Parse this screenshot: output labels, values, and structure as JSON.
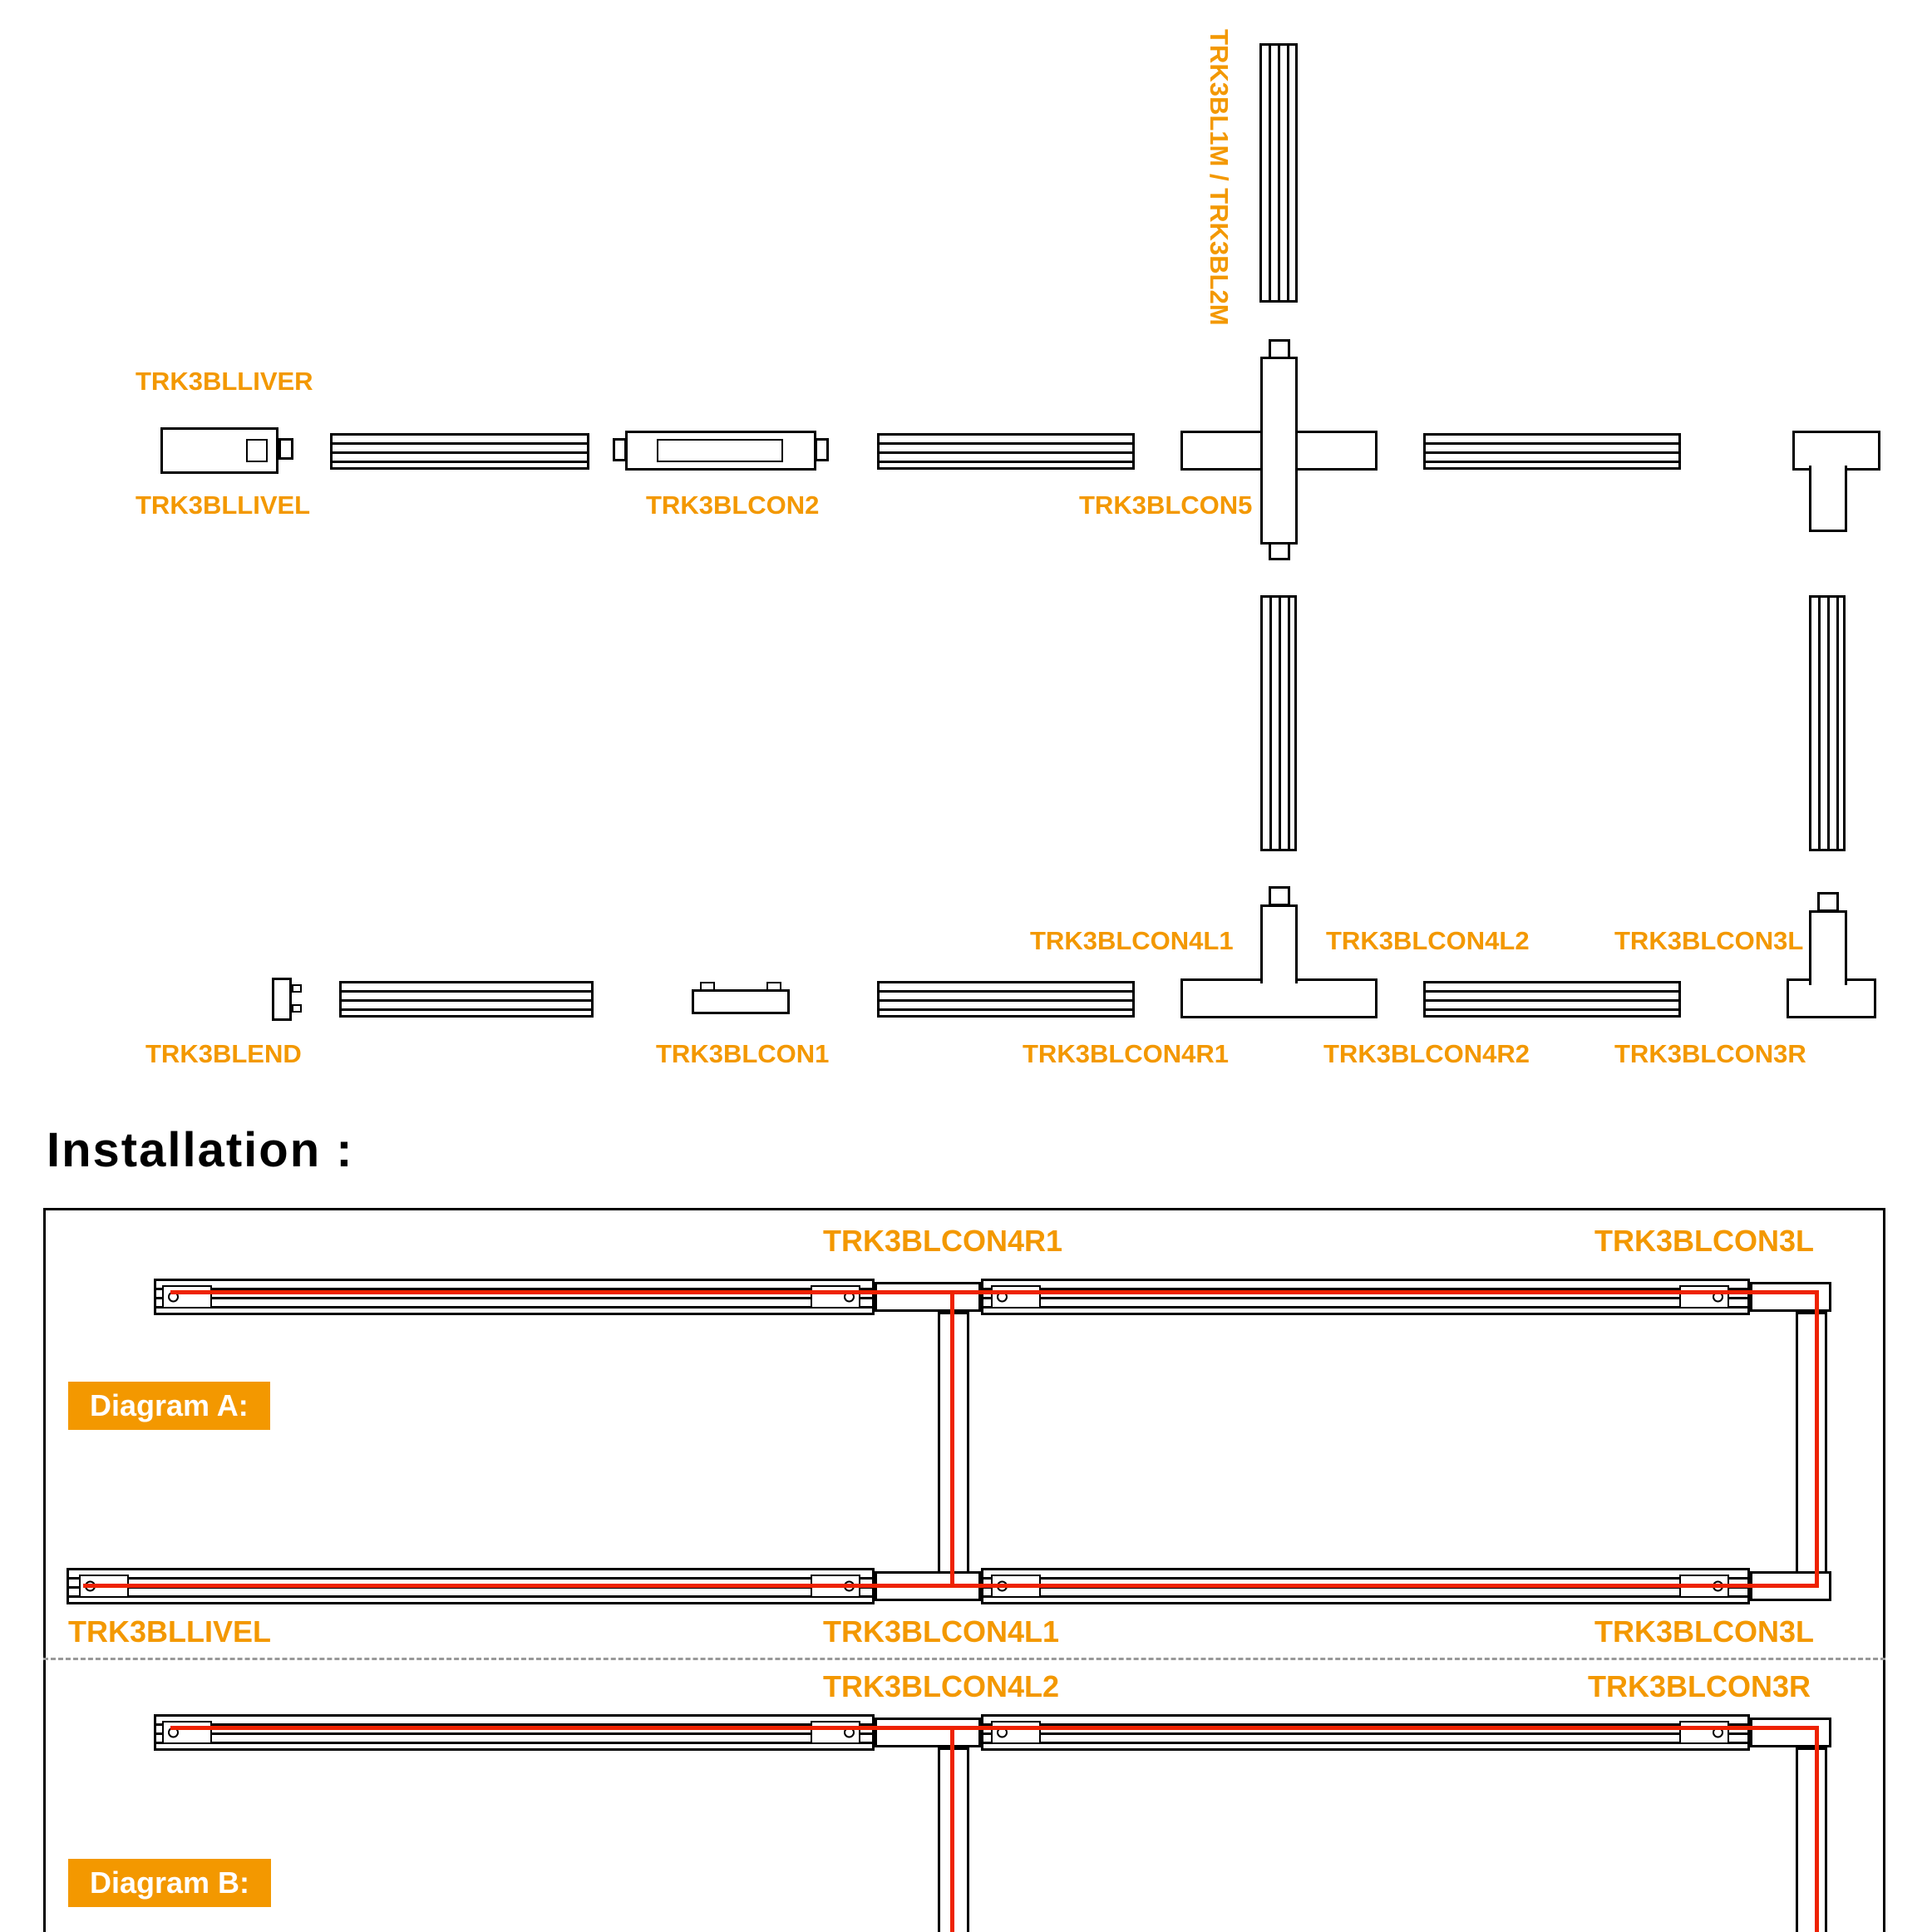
{
  "colors": {
    "orange": "#F39800",
    "red": "#EE2200",
    "black": "#000000"
  },
  "top_section": {
    "vertical_track_label": "TRK3BL1M / TRK3BL2M",
    "labels": {
      "liver": "TRK3BLLIVER",
      "livel": "TRK3BLLIVEL",
      "con2": "TRK3BLCON2",
      "con5": "TRK3BLCON5",
      "con4l1": "TRK3BLCON4L1",
      "con4l2": "TRK3BLCON4L2",
      "con3l": "TRK3BLCON3L",
      "end_cap": "TRK3BLEND",
      "con1": "TRK3BLCON1",
      "con4r1": "TRK3BLCON4R1",
      "con4r2": "TRK3BLCON4R2",
      "con3r": "TRK3BLCON3R"
    }
  },
  "installation": {
    "heading": "Installation :",
    "diagram_a": {
      "badge": "Diagram A:",
      "label_top_center": "TRK3BLCON4R1",
      "label_top_right": "TRK3BLCON3L",
      "label_bottom_left": "TRK3BLLIVEL",
      "label_bottom_center": "TRK3BLCON4L1",
      "label_bottom_right": "TRK3BLCON3L"
    },
    "diagram_b": {
      "badge": "Diagram B:",
      "label_top_center": "TRK3BLCON4L2",
      "label_top_right": "TRK3BLCON3R"
    }
  }
}
